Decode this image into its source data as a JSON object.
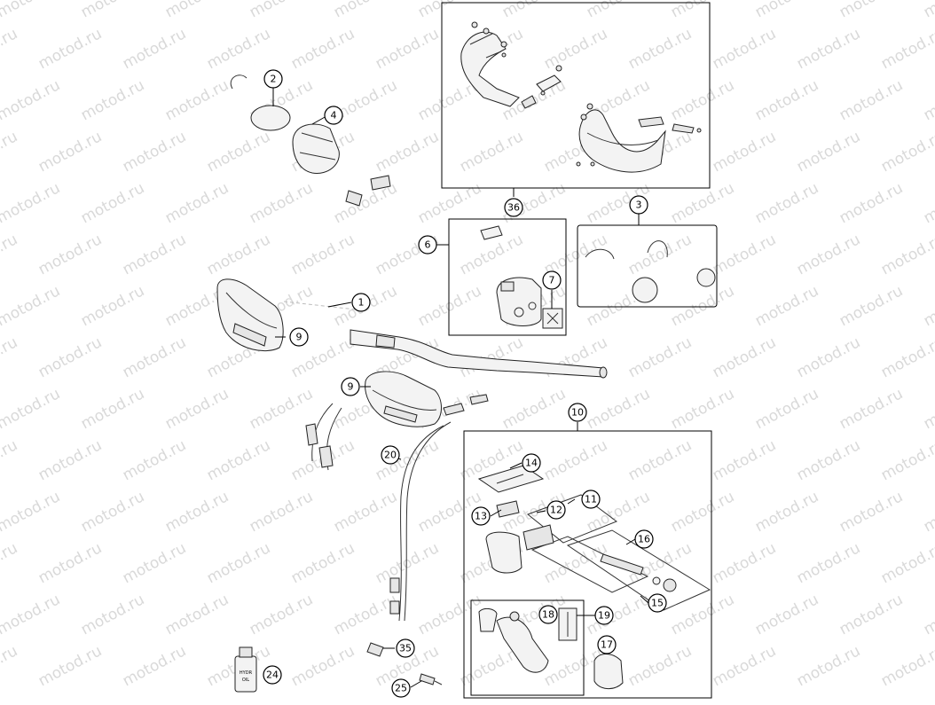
{
  "watermark": {
    "text": "motod.ru",
    "color": "#d9d9d9"
  },
  "callouts": [
    {
      "id": "c1",
      "label": "1"
    },
    {
      "id": "c2",
      "label": "2"
    },
    {
      "id": "c3",
      "label": "3"
    },
    {
      "id": "c4",
      "label": "4"
    },
    {
      "id": "c6",
      "label": "6"
    },
    {
      "id": "c7",
      "label": "7"
    },
    {
      "id": "c9a",
      "label": "9"
    },
    {
      "id": "c9b",
      "label": "9"
    },
    {
      "id": "c10",
      "label": "10"
    },
    {
      "id": "c11",
      "label": "11"
    },
    {
      "id": "c12",
      "label": "12"
    },
    {
      "id": "c13",
      "label": "13"
    },
    {
      "id": "c14",
      "label": "14"
    },
    {
      "id": "c15",
      "label": "15"
    },
    {
      "id": "c16",
      "label": "16"
    },
    {
      "id": "c17",
      "label": "17"
    },
    {
      "id": "c18",
      "label": "18"
    },
    {
      "id": "c19",
      "label": "19"
    },
    {
      "id": "c20",
      "label": "20"
    },
    {
      "id": "c24",
      "label": "24"
    },
    {
      "id": "c25",
      "label": "25"
    },
    {
      "id": "c35",
      "label": "35"
    },
    {
      "id": "c36",
      "label": "36"
    }
  ],
  "bottle_label": {
    "line1": "HYDR",
    "line2": "OIL"
  }
}
